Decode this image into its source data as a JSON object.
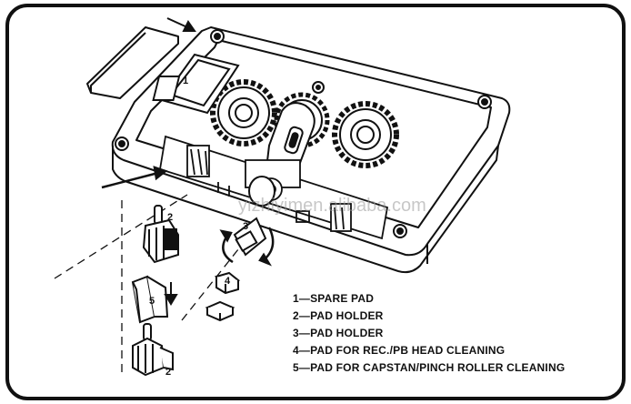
{
  "diagram": {
    "legend": [
      "1—SPARE PAD",
      "2—PAD HOLDER",
      "3—PAD HOLDER",
      "4—PAD FOR REC./PB HEAD CLEANING",
      "5—PAD FOR CAPSTAN/PINCH ROLLER CLEANING"
    ],
    "callouts": {
      "spare_pad": "1",
      "holder_left": "2",
      "holder_bottom": "2",
      "holder_center": "3",
      "head_pad": "4",
      "capstan_pad": "5"
    },
    "watermark": "yizhiyimen.alibaba.com"
  }
}
